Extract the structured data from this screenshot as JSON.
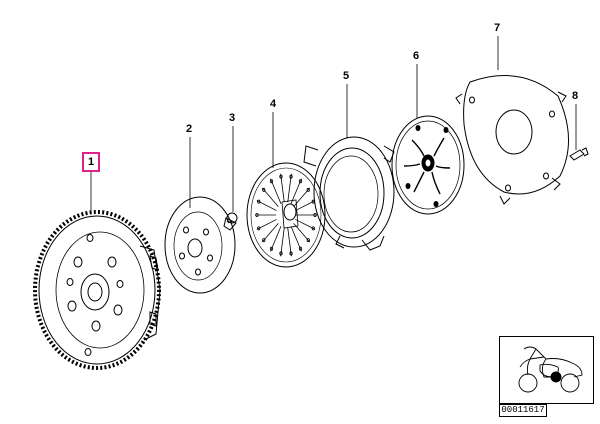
{
  "colors": {
    "highlight": "#e0218a",
    "line": "#000000",
    "marker": "#000000",
    "background": "#ffffff"
  },
  "callouts": [
    {
      "id": "1",
      "label": "1",
      "part": "flywheel",
      "selected": true
    },
    {
      "id": "2",
      "label": "2",
      "part": "friction-disc"
    },
    {
      "id": "3",
      "label": "3",
      "part": "bolt"
    },
    {
      "id": "4",
      "label": "4",
      "part": "diaphragm-spring"
    },
    {
      "id": "5",
      "label": "5",
      "part": "housing-cover"
    },
    {
      "id": "6",
      "label": "6",
      "part": "clutch-disc"
    },
    {
      "id": "7",
      "label": "7",
      "part": "thrust-plate"
    },
    {
      "id": "8",
      "label": "8",
      "part": "screw"
    }
  ],
  "inset": {
    "code": "00011617",
    "icon": "motorcycle-icon"
  }
}
